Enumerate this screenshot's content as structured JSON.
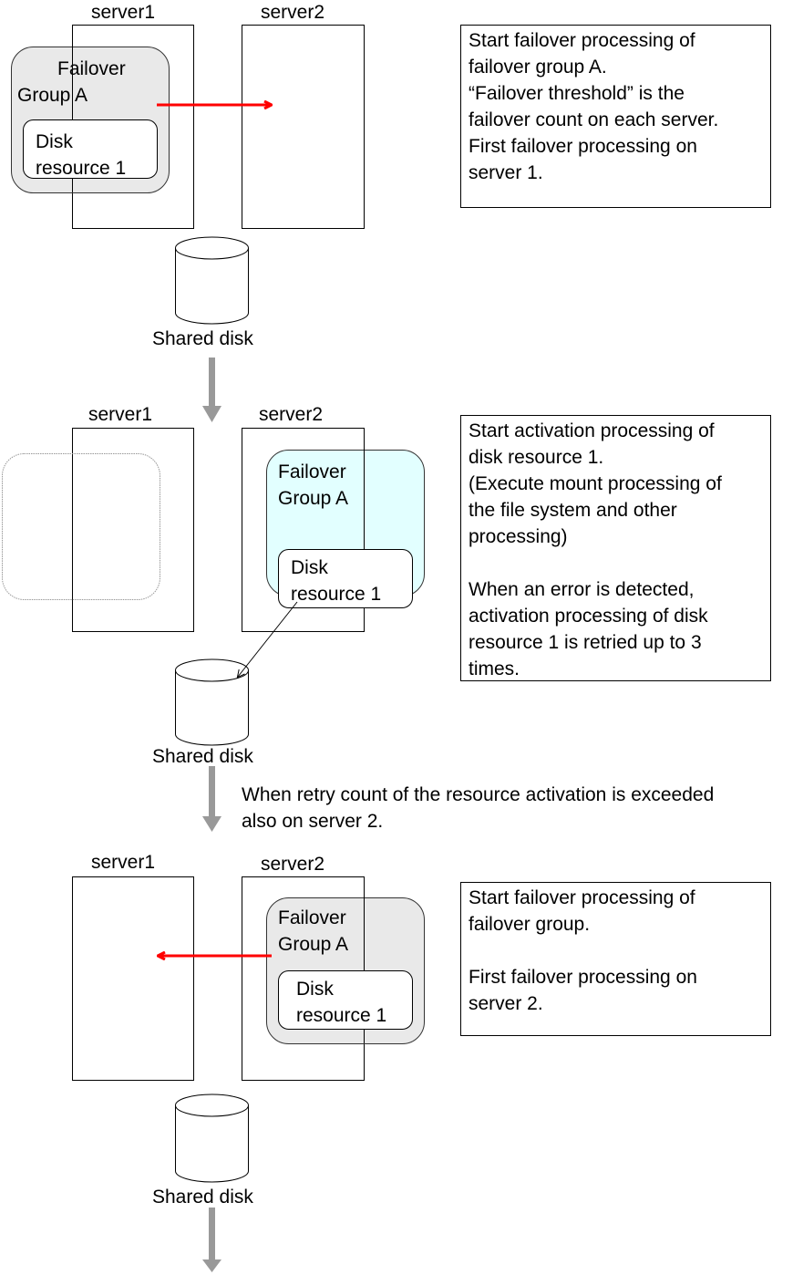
{
  "colors": {
    "group_fill": "#e8e8e8",
    "group_active_fill": "#e0ffff",
    "arrow_red": "#ff0000",
    "flow_arrow_gray": "#999999",
    "ghost_border": "#999999"
  },
  "steps": [
    {
      "server1_label": "server1",
      "server2_label": "server2",
      "group_label_line1": "Failover",
      "group_label_line2": "Group A",
      "resource_label_line1": "Disk",
      "resource_label_line2": "resource 1",
      "disk_label": "Shared disk",
      "note_lines": [
        "Start failover processing of",
        "failover group A.",
        "“Failover threshold” is the",
        "failover count on each server.",
        "First failover processing on",
        "server 1."
      ]
    },
    {
      "server1_label": "server1",
      "server2_label": "server2",
      "group_label_line1": "Failover",
      "group_label_line2": "Group A",
      "resource_label_line1": "Disk",
      "resource_label_line2": "resource 1",
      "disk_label": "Shared disk",
      "note_lines": [
        "Start activation processing of",
        "disk resource 1.",
        "(Execute mount processing of",
        "the file system and other",
        "processing)",
        "",
        "When an error is detected,",
        "activation processing of disk",
        "resource 1 is retried up to 3",
        "times."
      ]
    },
    {
      "server1_label": "server1",
      "server2_label": "server2",
      "group_label_line1": "Failover",
      "group_label_line2": "Group A",
      "resource_label_line1": "Disk",
      "resource_label_line2": "resource 1",
      "disk_label": "Shared disk",
      "note_lines": [
        "Start failover processing of",
        "failover group.",
        "",
        "First failover processing on",
        "server 2."
      ]
    }
  ],
  "transition_caption": [
    "When retry count of the resource activation is exceeded",
    "also on server 2."
  ]
}
